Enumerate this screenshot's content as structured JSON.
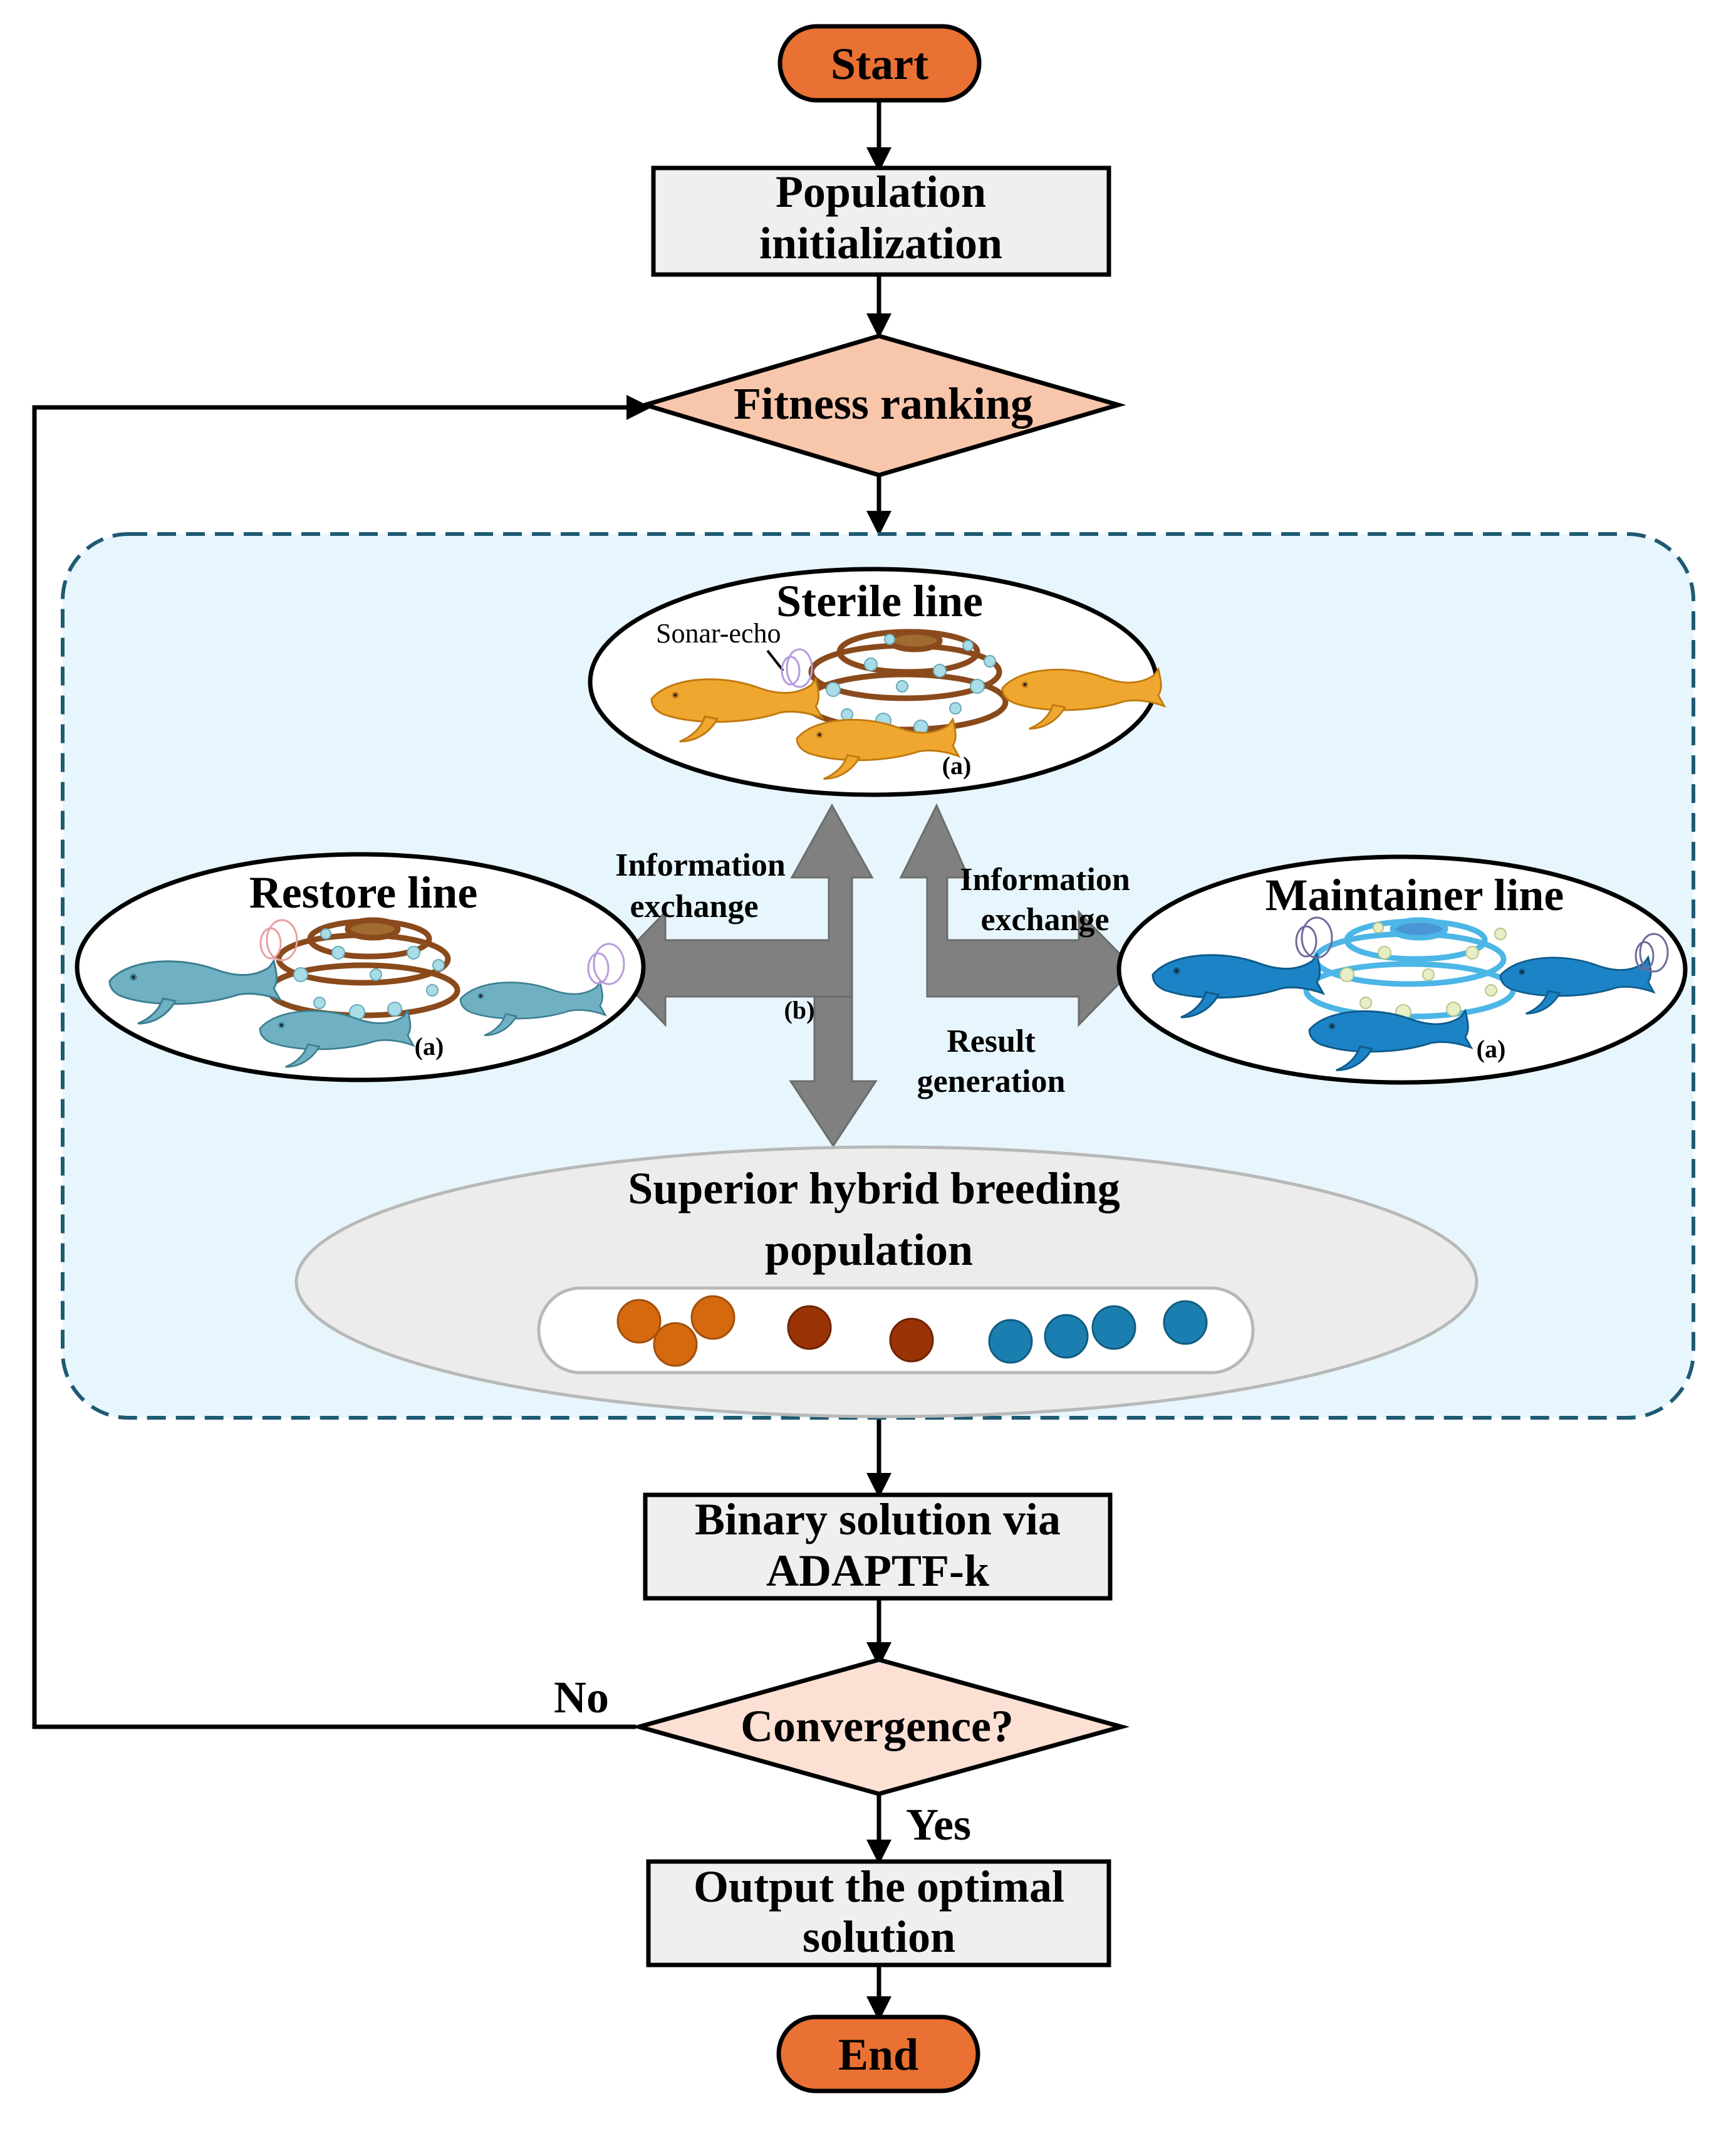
{
  "flow": {
    "start": "Start",
    "init_line1": "Population",
    "init_line2": "initialization",
    "fitness": "Fitness ranking",
    "binary_line1": "Binary solution via",
    "binary_line2": "ADAPTF-k",
    "convergence": "Convergence?",
    "no_label": "No",
    "yes_label": "Yes",
    "output_line1": "Output the optimal",
    "output_line2": "solution",
    "end": "End"
  },
  "breeding": {
    "sterile": {
      "title": "Sterile line",
      "sonar": "Sonar-echo",
      "tag": "(a)"
    },
    "restore": {
      "title": "Restore line",
      "tag": "(a)"
    },
    "maintainer": {
      "title": "Maintainer line",
      "tag": "(a)"
    },
    "info_left_line1": "Information",
    "info_left_line2": "exchange",
    "info_right_line1": "Information",
    "info_right_line2": "exchange",
    "result_line1": "Result",
    "result_line2": "generation",
    "arrow_tag": "(b)",
    "population_line1": "Superior hybrid breeding",
    "population_line2": "population",
    "dot_colors": {
      "orange": "#d4690e",
      "brown": "#993306",
      "blue": "#1a7fb0"
    }
  },
  "colors": {
    "terminal": "#e97133",
    "process": "#efefef",
    "decision_fitness": "#f8c6ab",
    "decision_convergence": "#fbe0d3",
    "panel_fill": "#e7f6fc",
    "panel_border": "#1f5a73",
    "arrow_gray": "#808080",
    "whale_yellow": "#f0a730",
    "whale_teal": "#6fb1c2",
    "whale_blue": "#1c84c6",
    "net_brown": "#8a4a1c"
  }
}
